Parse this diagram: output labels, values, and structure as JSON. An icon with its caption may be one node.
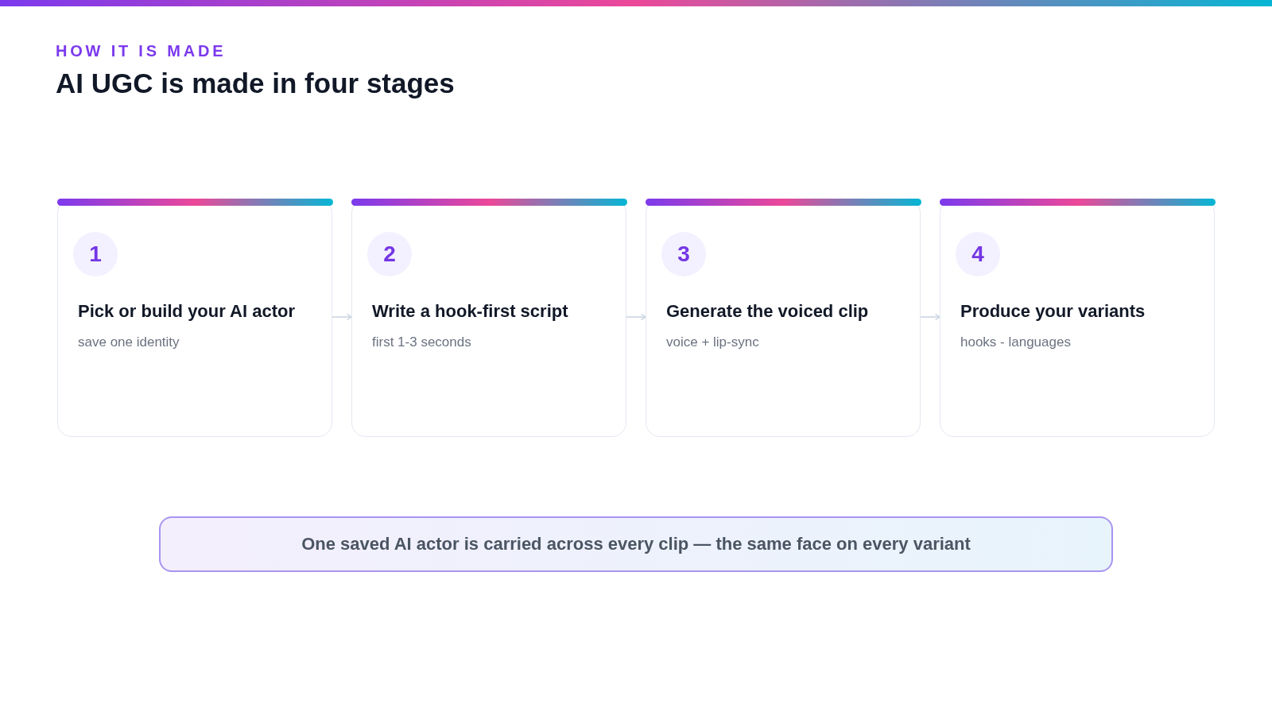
{
  "diagram": {
    "title": "AI UGC is made in four stages",
    "nodes": [
      {
        "text": [
          "Pick or build your AI actor",
          "save one identity"
        ]
      },
      {
        "text": [
          "1"
        ],
        "in": 0
      },
      {
        "text": [
          "Write a hook-first script",
          "first 1-3 seconds"
        ]
      },
      {
        "text": [
          "2"
        ],
        "in": 2
      },
      {
        "text": [
          "Generate the voiced clip",
          "voice + lip-sync"
        ]
      },
      {
        "text": [
          "3"
        ],
        "in": 4
      },
      {
        "text": [
          "Produce your variants",
          "hooks - languages"
        ]
      },
      {
        "text": [
          "4"
        ],
        "in": 6
      },
      {
        "text": [
          "One saved AI actor is carried across every clip — the same face on every variant"
        ]
      }
    ],
    "edges": [
      {
        "from": 0,
        "to": 2,
        "arrow": "to"
      },
      {
        "from": 2,
        "to": 4,
        "arrow": "to"
      },
      {
        "from": 4,
        "to": 6,
        "arrow": "to"
      }
    ],
    "labels": [
      "HOW IT IS MADE"
    ]
  }
}
